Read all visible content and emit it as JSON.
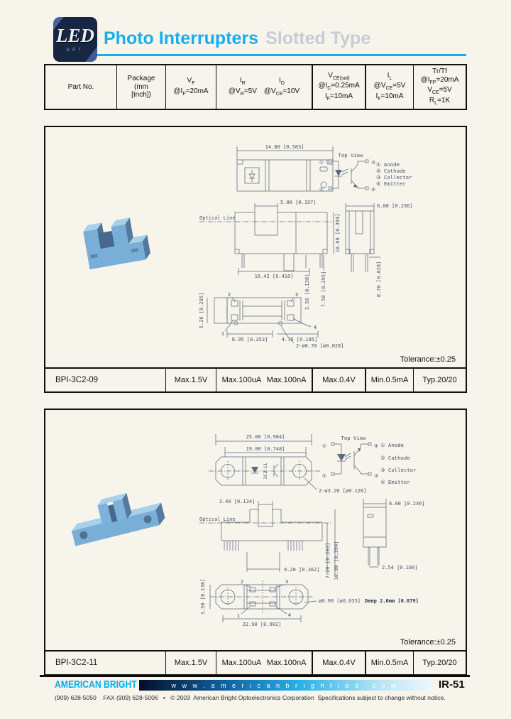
{
  "meta": {
    "accent": "#00aeef",
    "paper": "#f7f4ec",
    "subtitle_gray": "#c7ccd6",
    "photo_blue": "#79aed6"
  },
  "header": {
    "logo_led": "LED",
    "logo_brt": "BRT",
    "title": "Photo Interrupters",
    "subtitle": "Slotted Type"
  },
  "spec_header": {
    "part_no": "Part No.",
    "package": [
      {
        "t": "Package"
      },
      {
        "br": true
      },
      {
        "t": "(mm"
      },
      {
        "br": true
      },
      {
        "t": "[Inch])"
      }
    ],
    "vf": [
      {
        "t": "V"
      },
      {
        "sub": "F"
      },
      {
        "br": true
      },
      {
        "t": "@I"
      },
      {
        "sub": "F"
      },
      {
        "t": "=20mA"
      }
    ],
    "ir": [
      {
        "t": "I"
      },
      {
        "sub": "R"
      },
      {
        "br": true
      },
      {
        "t": "@V"
      },
      {
        "sub": "R"
      },
      {
        "t": "=5V"
      }
    ],
    "id": [
      {
        "t": "I"
      },
      {
        "sub": "D"
      },
      {
        "br": true
      },
      {
        "t": "@V"
      },
      {
        "sub": "CE"
      },
      {
        "t": "=10V"
      }
    ],
    "vce_sat": [
      {
        "t": "V"
      },
      {
        "sub": "CE(sat)"
      },
      {
        "br": true
      },
      {
        "t": "@I"
      },
      {
        "sub": "C"
      },
      {
        "t": "=0.25mA"
      },
      {
        "br": true
      },
      {
        "t": "I"
      },
      {
        "sub": "F"
      },
      {
        "t": "=10mA"
      }
    ],
    "il": [
      {
        "t": "I"
      },
      {
        "sub": "L"
      },
      {
        "br": true
      },
      {
        "t": "@V"
      },
      {
        "sub": "CE"
      },
      {
        "t": "=5V"
      },
      {
        "br": true
      },
      {
        "t": "I"
      },
      {
        "sub": "F"
      },
      {
        "t": "=10mA"
      }
    ],
    "trtf": [
      {
        "t": "Tr/Tf"
      },
      {
        "br": true
      },
      {
        "t": "@I"
      },
      {
        "sub": "FP"
      },
      {
        "t": "=20mA"
      },
      {
        "br": true
      },
      {
        "t": "V"
      },
      {
        "sub": "CE"
      },
      {
        "t": "=5V"
      },
      {
        "br": true
      },
      {
        "t": "R"
      },
      {
        "sub": "L"
      },
      {
        "t": "=1K"
      }
    ]
  },
  "sections": [
    {
      "row": {
        "part": "BPI-3C2-09",
        "vf": "Max.1.5V",
        "ir": "Max.100uA",
        "id": "Max.100nA",
        "vce": "Max.0.4V",
        "il": "Min.0.5mA",
        "trtf": "Typ.20/20"
      },
      "tolerance": "Tolerance:±0.25",
      "top_view": "Top View",
      "optical_line": "Optical Line",
      "pin_labels": [
        "① Anode",
        "② Cathode",
        "③ Collector",
        "④ Emitter"
      ],
      "schem_pins": {
        "tl": "①",
        "tr": "③",
        "bl": "②",
        "br": "④"
      },
      "pin_numbers": {
        "p1": "1",
        "p2": "2",
        "p3": "3",
        "p4": "4"
      },
      "dims": {
        "width": "14.80 [0.583]",
        "slot": "5.00 [0.197]",
        "side_width": "6.00 [0.236]",
        "height": "10.00 [0.394]",
        "base": "10.42 [0.410]",
        "pin_len_a": "3.50 [0.138]",
        "pin_len_b": "7.50 [0.295]",
        "pin_dia": "0.70 [0.028]",
        "bottom_h": "5.20 [0.205]",
        "bottom_w": "8.95 [0.353]",
        "bottom_pitch": "4.70 [0.185]",
        "bottom_holes": "2-ø0.70 [ø0.028]"
      }
    },
    {
      "row": {
        "part": "BPI-3C2-11",
        "vf": "Max.1.5V",
        "ir": "Max.100uA",
        "id": "Max.100nA",
        "vce": "Max.0.4V",
        "il": "Min.0.5mA",
        "trtf": "Typ.20/20"
      },
      "tolerance": "Tolerance:±0.25",
      "top_view": "Top View",
      "optical_line": "Optical Line",
      "marking": "3C2-11",
      "pin_labels": [
        "① Anode",
        "② Cathode",
        "③ Collector",
        "④ Emitter"
      ],
      "schem_pins": {
        "tl": "①",
        "tr": "④",
        "bl": "②",
        "br": "③"
      },
      "pin_numbers": {
        "p1": "1",
        "p2": "2",
        "p3": "3",
        "p4": "4"
      },
      "dims": {
        "length": "25.00 [0.984]",
        "inner": "19.00 [0.748]",
        "mount_holes": "2-ø3.20 [ø0.126]",
        "slot": "3.40 [0.134]",
        "side_width": "6.00 [0.236]",
        "base": "9.20 [0.362]",
        "h_inner": "7.20 [0.283]",
        "h_total": "10.00 [0.394]",
        "pitch": "2.54 [0.100]",
        "bottom_h": "3.50 [0.138]",
        "bottom_w": "22.90 [0.902]",
        "hole_dia": "ø0.90 [ø0.035]",
        "hole_depth": "Deep 2.0mm [0.079]"
      }
    }
  ],
  "footer": {
    "brand": "AMERICAN BRIGHT",
    "url": "w w w . a m e r i c a n b r i g h t l e d . c o m",
    "page_no": "IR-51",
    "contact": "(909) 628-5050    FAX (909) 628-5006   ▪   © 2003  American Bright Optoelectronics Corporation  Specifications subject to change without notice."
  }
}
